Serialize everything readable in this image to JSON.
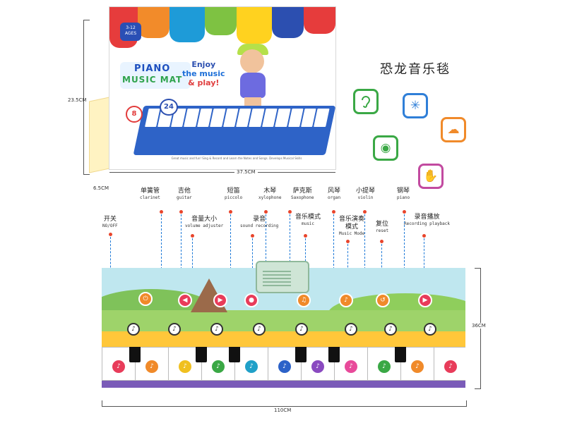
{
  "box": {
    "height_dim": "23.5CM",
    "width_dim": "37.5CM",
    "depth_dim": "6.5CM",
    "age_badge": "3-12\nAGES",
    "title_line1": "PIANO",
    "title_line2": "MUSIC MAT",
    "slogan_line1": "Enjoy",
    "slogan_line2": "the music",
    "slogan_line3": "& play!",
    "instruments_badge": "8",
    "keys_badge": "24",
    "bottom_text": "Great music and fun! Sing & Record and Learn the Notes and Songs. Develops Musical Skills"
  },
  "product_title": "恐龙音乐毯",
  "features": [
    {
      "icon": "ear-icon",
      "color": "#3aa845"
    },
    {
      "icon": "sparkle-icon",
      "color": "#2f7fd8"
    },
    {
      "icon": "brain-icon",
      "color": "#f08a2a"
    },
    {
      "icon": "eye-icon",
      "color": "#3aa845"
    },
    {
      "icon": "hand-icon",
      "color": "#c24aa0"
    }
  ],
  "labels": {
    "clarinet": {
      "zh": "单簧管",
      "en": "clarinet"
    },
    "guitar": {
      "zh": "吉他",
      "en": "guitar"
    },
    "piccolo": {
      "zh": "短笛",
      "en": "piccolo"
    },
    "xylophone": {
      "zh": "木琴",
      "en": "xylophone"
    },
    "saxophone": {
      "zh": "萨克斯",
      "en": "Saxophone"
    },
    "organ": {
      "zh": "风琴",
      "en": "organ"
    },
    "violin": {
      "zh": "小提琴",
      "en": "violin"
    },
    "piano": {
      "zh": "钢琴",
      "en": "piano"
    },
    "power": {
      "zh": "开关",
      "en": "NO/OFF"
    },
    "volume": {
      "zh": "音量大小",
      "en": "volume adjuster"
    },
    "record": {
      "zh": "录音",
      "en": "sound recording"
    },
    "music_mode": {
      "zh": "音乐模式",
      "en": "music"
    },
    "play_mode": {
      "zh": "音乐演奏\n模式",
      "en": "Music Mode"
    },
    "reset": {
      "zh": "复位",
      "en": "reset"
    },
    "playback": {
      "zh": "录音播放",
      "en": "Recording playback"
    }
  },
  "mat": {
    "height_dim": "36CM",
    "width_dim": "110CM"
  }
}
